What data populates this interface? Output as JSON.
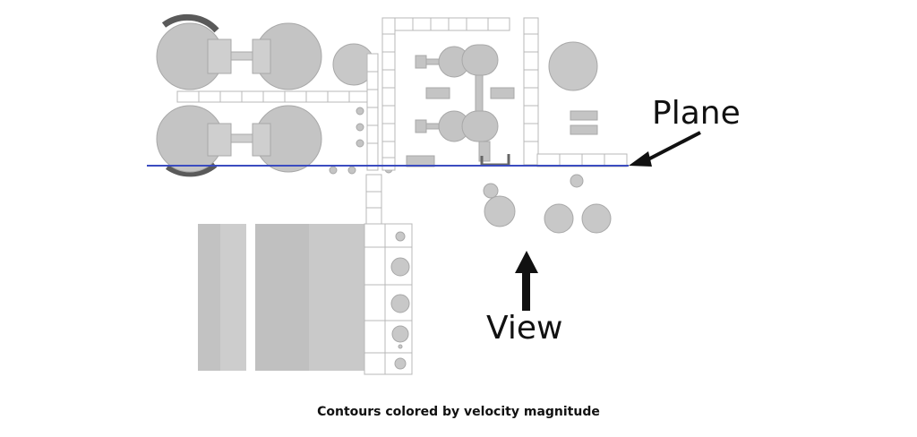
{
  "labels": {
    "plane": "Plane",
    "view": "View"
  },
  "caption": "Contours colored by velocity magnitude",
  "colors": {
    "structure_fill": "#c8c8c8",
    "structure_stroke": "#9a9a9a",
    "outline": "#b8b8b8",
    "plane_line": "#3b4cc0",
    "arrow": "#111111",
    "dark_rim": "#5a5a5a"
  }
}
